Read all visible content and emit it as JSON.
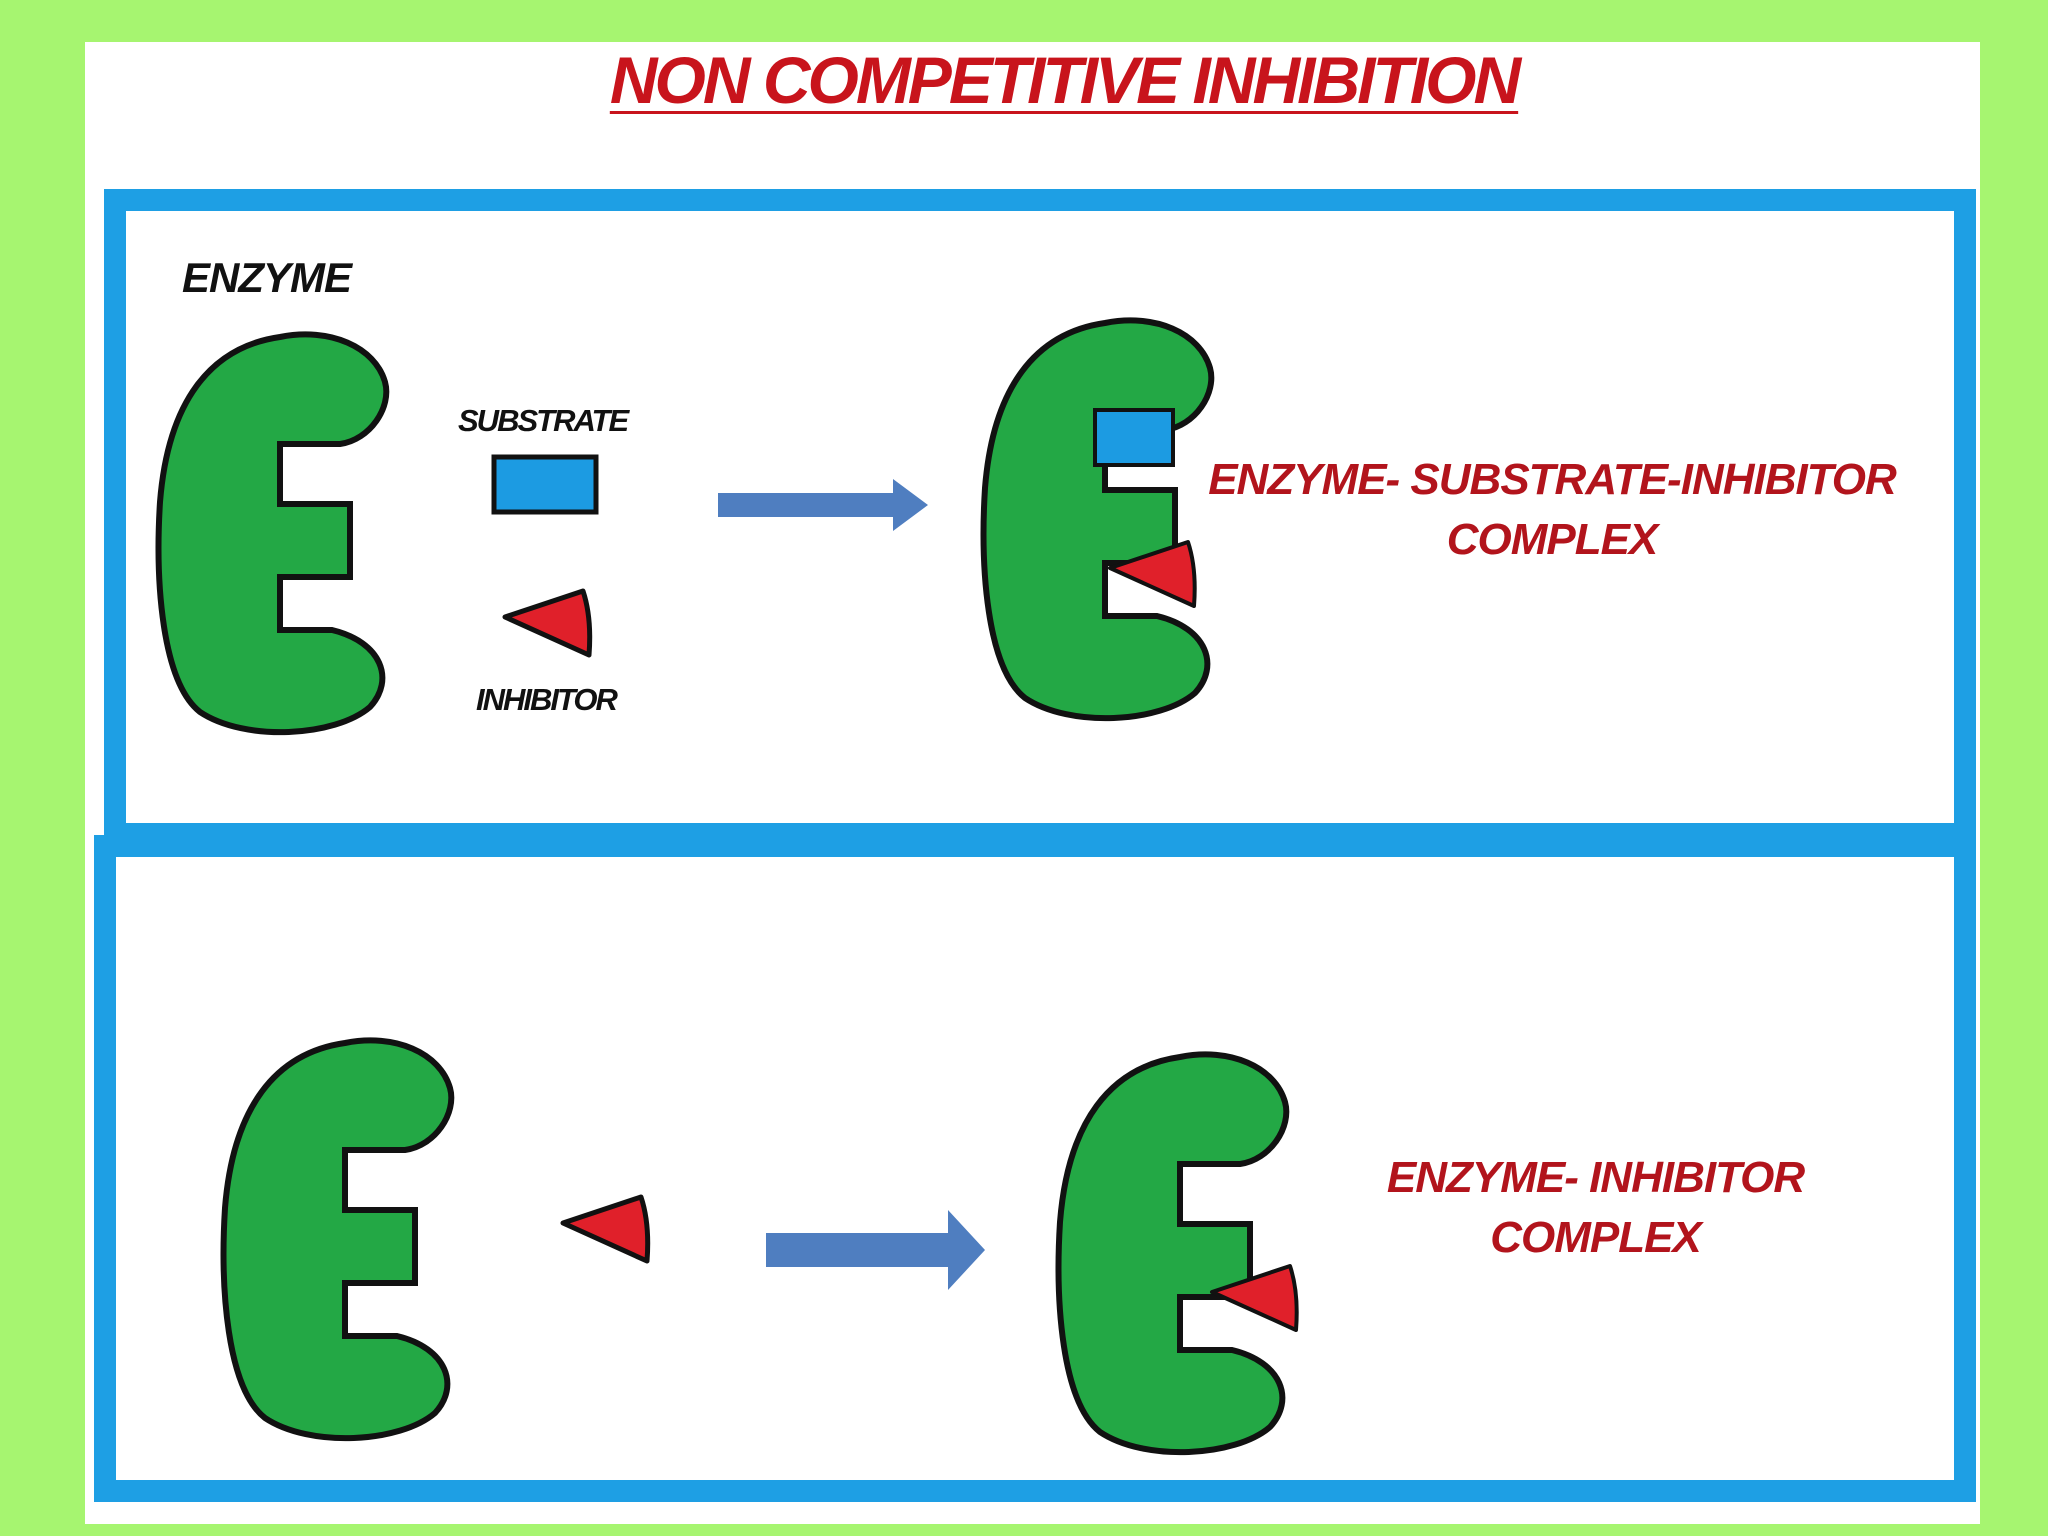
{
  "title": "NON COMPETITIVE INHIBITION",
  "panel_top": {
    "enzyme_label": "ENZYME",
    "substrate_label": "SUBSTRATE",
    "inhibitor_label": "INHIBITOR",
    "complex_label_line1": "ENZYME- SUBSTRATE-INHIBITOR",
    "complex_label_line2": "COMPLEX"
  },
  "panel_bottom": {
    "complex_label_line1": "ENZYME- INHIBITOR",
    "complex_label_line2": "COMPLEX"
  },
  "colors": {
    "background": "#a6f570",
    "sheet": "#ffffff",
    "panel_border": "#1e9fe4",
    "enzyme_fill": "#23a845",
    "enzyme_outline": "#111111",
    "substrate_fill": "#1c9be2",
    "inhibitor_fill": "#e0202a",
    "arrow": "#4f7ec0",
    "title_text": "#c8141c",
    "complex_text": "#b2141c",
    "label_text": "#111111"
  }
}
